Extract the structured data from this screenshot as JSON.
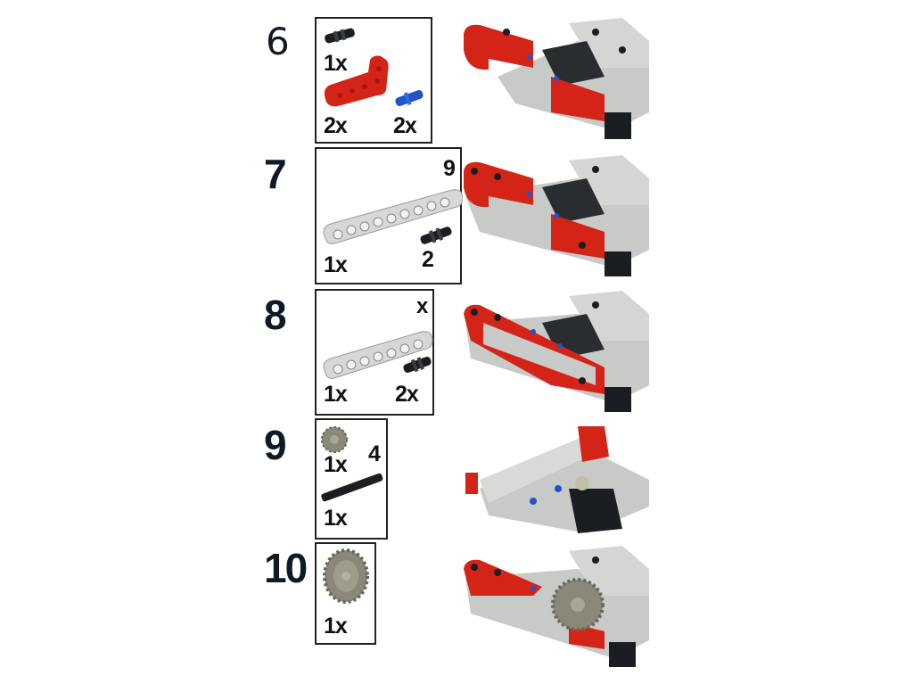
{
  "steps": [
    {
      "number": "6",
      "parts": [
        {
          "name": "black-friction-pin",
          "qty": "1x",
          "color": "#1a1d22"
        },
        {
          "name": "red-l-beam",
          "qty": "2x",
          "color": "#d42418"
        },
        {
          "name": "blue-axle-pin",
          "qty": "2x",
          "color": "#1f55c8"
        }
      ],
      "assembly": "step-6-assembly"
    },
    {
      "number": "7",
      "parts": [
        {
          "name": "gray-beam-9",
          "qty": "1x",
          "length_label": "9",
          "color": "#d6d8d6"
        },
        {
          "name": "black-friction-pin",
          "qty": "2",
          "color": "#1a1d22"
        }
      ],
      "assembly": "step-7-assembly"
    },
    {
      "number": "8",
      "parts": [
        {
          "name": "gray-beam-7",
          "qty": "1x",
          "length_label": "x",
          "length_label_partial": "7",
          "color": "#d6d8d6"
        },
        {
          "name": "black-friction-pin",
          "qty": "2x",
          "color": "#1a1d22"
        }
      ],
      "assembly": "step-8-assembly"
    },
    {
      "number": "9",
      "parts": [
        {
          "name": "tan-gear-12",
          "qty": "1x",
          "color": "#8a8878"
        },
        {
          "name": "black-axle-4",
          "qty": "1x",
          "length_label": "4",
          "color": "#1a1d22"
        }
      ],
      "assembly": "step-9-assembly"
    },
    {
      "number": "10",
      "parts": [
        {
          "name": "gray-gear-24",
          "qty": "1x",
          "color": "#8a8878"
        }
      ],
      "assembly": "step-10-assembly"
    }
  ],
  "colors": {
    "red": "#d42418",
    "light_gray": "#cfd1cf",
    "dark_gray": "#9a9c9a",
    "black": "#1a1d22",
    "blue": "#1f55c8",
    "gear": "#8a8878"
  }
}
